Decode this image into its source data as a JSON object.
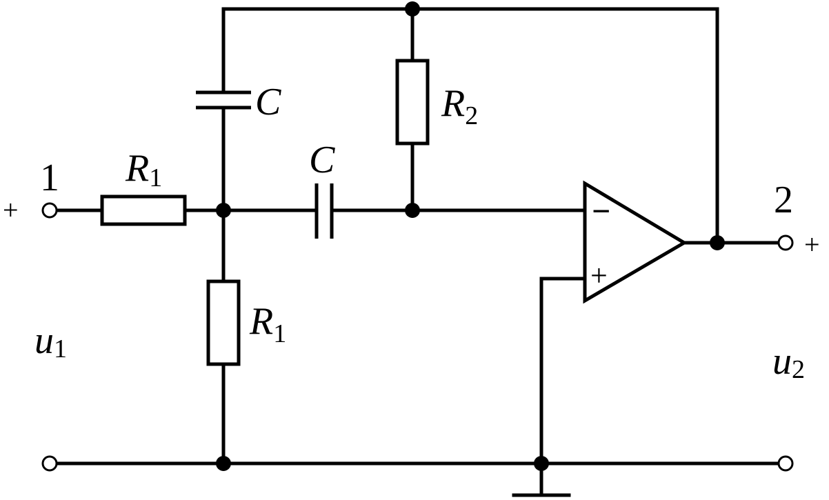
{
  "labels": {
    "node1": "1",
    "node2": "2",
    "cap_top": "C",
    "cap_mid": "C",
    "r1_series": {
      "main": "R",
      "sub": "1"
    },
    "r1_shunt": {
      "main": "R",
      "sub": "1"
    },
    "r2": {
      "main": "R",
      "sub": "2"
    },
    "u1": {
      "main": "u",
      "sub": "1"
    },
    "u2": {
      "main": "u",
      "sub": "2"
    },
    "opamp_inv": "−",
    "opamp_noninv": "+",
    "in_plus": "+",
    "out_plus": "+"
  }
}
